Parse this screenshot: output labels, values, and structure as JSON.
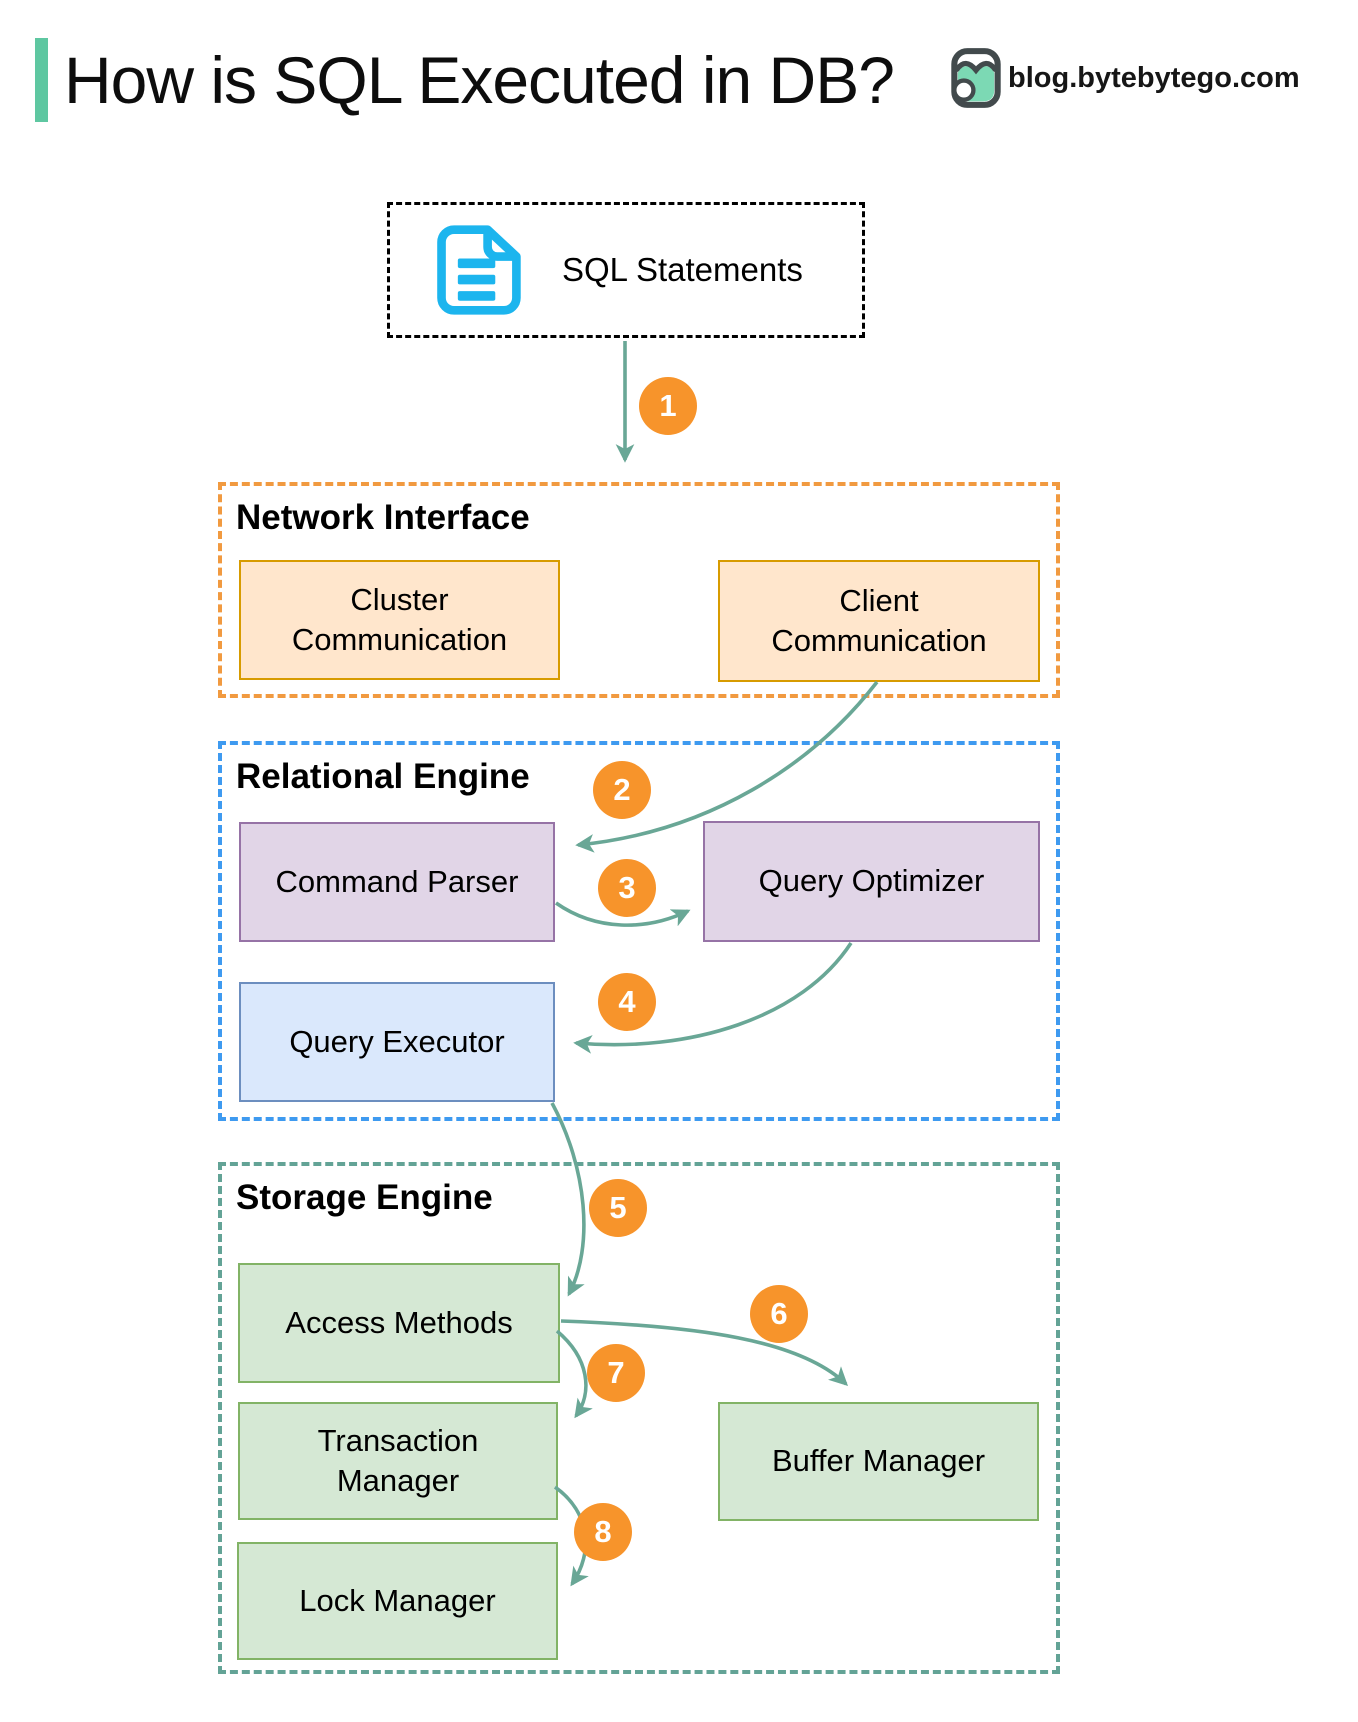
{
  "header": {
    "title": "How is SQL Executed in DB?",
    "site_label": "blog.bytebytego.com"
  },
  "sql_source": {
    "label": "SQL Statements",
    "icon": "sql-document-icon"
  },
  "sections": {
    "network": {
      "label": "Network Interface",
      "cluster_comm": "Cluster Communication",
      "client_comm": "Client Communication"
    },
    "relational": {
      "label": "Relational Engine",
      "command_parser": "Command Parser",
      "query_optimizer": "Query Optimizer",
      "query_executor": "Query Executor"
    },
    "storage": {
      "label": "Storage Engine",
      "access_methods": "Access Methods",
      "transaction_manager": "Transaction Manager",
      "lock_manager": "Lock Manager",
      "buffer_manager": "Buffer Manager"
    }
  },
  "steps": [
    "1",
    "2",
    "3",
    "4",
    "5",
    "6",
    "7",
    "8"
  ],
  "colors": {
    "accent_bar": "#5EC7A1",
    "arrow": "#69A796",
    "step_badge_fill": "#F7942B",
    "network_dashed_border": "#F19A40",
    "relational_dashed_border": "#3E9AF0",
    "storage_dashed_border": "#63A396",
    "comm_box_fill": "#FFE6CC",
    "comm_box_stroke": "#D79B00",
    "parser_box_fill": "#E1D5E7",
    "parser_box_stroke": "#9673A6",
    "executor_box_fill": "#DAE8FC",
    "executor_box_stroke": "#6C8EBF",
    "storage_box_fill": "#D5E8D4",
    "storage_box_stroke": "#82B366",
    "doc_icon": "#1CB5EE",
    "logo_mint": "#7CD9B4",
    "logo_outline": "#424A4C"
  }
}
